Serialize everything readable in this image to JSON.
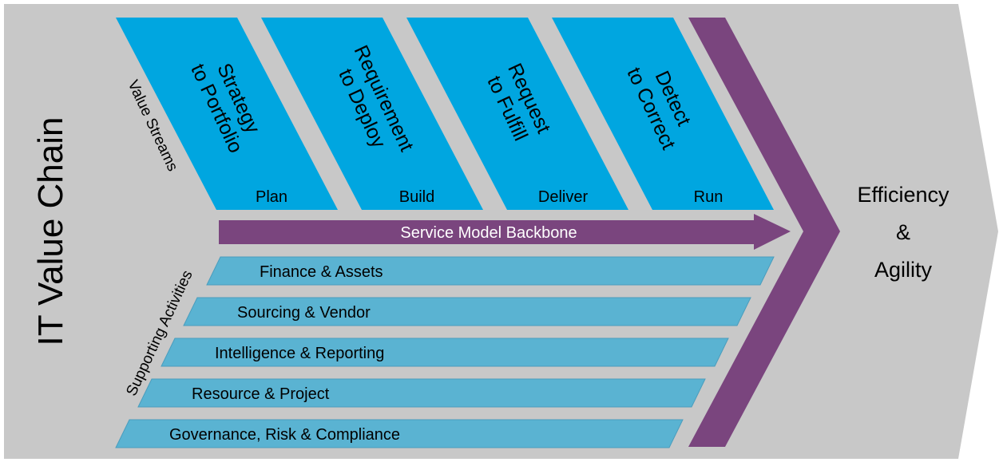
{
  "title": "IT Value Chain",
  "labels": {
    "value_streams": "Value Streams",
    "supporting_activities": "Supporting Activities",
    "backbone": "Service Model Backbone"
  },
  "outcome": {
    "line1": "Efficiency",
    "line2": "&",
    "line3": "Agility"
  },
  "value_streams": [
    {
      "line1": "Strategy",
      "line2": "to Portfolio",
      "phase": "Plan"
    },
    {
      "line1": "Requirement",
      "line2": "to Deploy",
      "phase": "Build"
    },
    {
      "line1": "Request",
      "line2": "to Fulfill",
      "phase": "Deliver"
    },
    {
      "line1": "Detect",
      "line2": "to Correct",
      "phase": "Run"
    }
  ],
  "supporting_activities": [
    "Finance & Assets",
    "Sourcing & Vendor",
    "Intelligence & Reporting",
    "Resource & Project",
    "Governance, Risk & Compliance"
  ],
  "colors": {
    "background": "#c8c8c8",
    "stream_fill": "#00a6e0",
    "activity_fill": "#5ab3d2",
    "backbone": "#7a457e",
    "text": "#000000",
    "backbone_text": "#ffffff"
  }
}
